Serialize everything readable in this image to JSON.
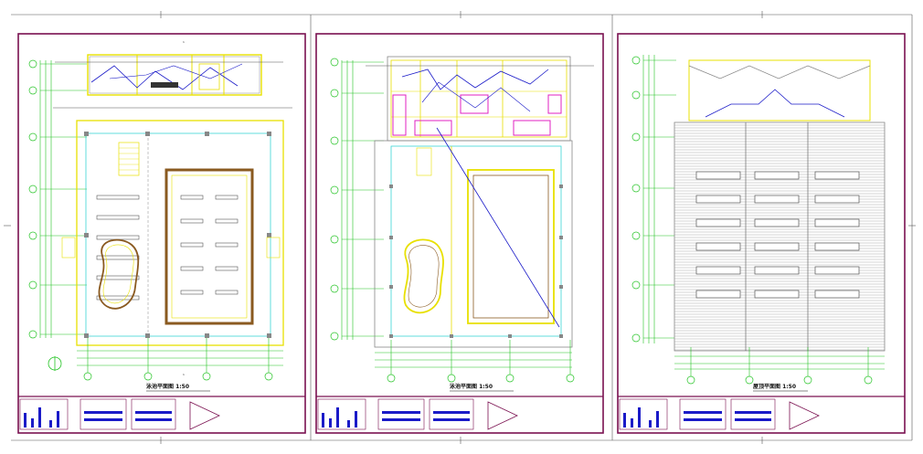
{
  "sheets": [
    {
      "id": "sheet-1",
      "title": "泳池平面图 1:50"
    },
    {
      "id": "sheet-2",
      "title": "泳池平面图 1:50"
    },
    {
      "id": "sheet-3",
      "title": "屋顶平面图 1:50"
    }
  ],
  "section_marker": "1",
  "colors": {
    "border": "#7a1050",
    "dim": "#22c322",
    "wall": "#e8e000",
    "blue": "#1a1ac8",
    "cyan": "#20d0d0",
    "magenta": "#e020c0",
    "brown": "#8a5a20",
    "grey": "#888888"
  }
}
